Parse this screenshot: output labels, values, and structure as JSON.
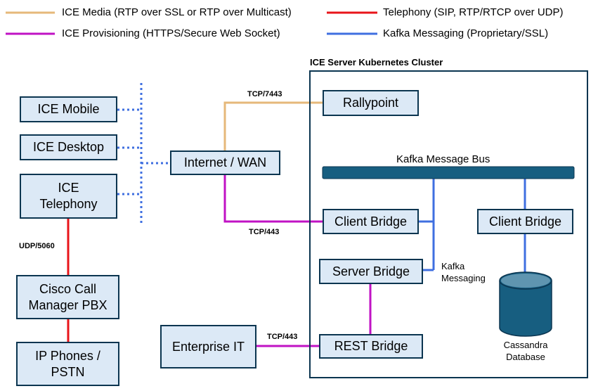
{
  "colors": {
    "media": "#e6b87a",
    "telephony": "#e8141a",
    "provisioning": "#c012c4",
    "kafka": "#3f6fe0",
    "box_fill": "#dce9f6",
    "box_border": "#0b3550",
    "bus": "#175e80",
    "database": "#175e80"
  },
  "legend": {
    "media": "ICE Media (RTP over SSL or RTP over Multicast)",
    "provisioning": "ICE Provisioning (HTTPS/Secure Web Socket)",
    "telephony": "Telephony (SIP, RTP/RTCP over UDP)",
    "kafka": "Kafka Messaging (Proprietary/SSL)"
  },
  "cluster_title": "ICE Server Kubernetes Cluster",
  "nodes": {
    "ice_mobile": "ICE Mobile",
    "ice_desktop": "ICE Desktop",
    "ice_telephony": "ICE\nTelephony",
    "cisco_pbx": "Cisco Call\nManager PBX",
    "ip_phones": "IP Phones /\nPSTN",
    "internet": "Internet / WAN",
    "enterprise_it": "Enterprise IT",
    "rallypoint": "Rallypoint",
    "client_bridge_1": "Client Bridge",
    "client_bridge_2": "Client Bridge",
    "server_bridge": "Server Bridge",
    "rest_bridge": "REST Bridge"
  },
  "kafka_bus_label": "Kafka Message Bus",
  "kafka_messaging_label": "Kafka\nMessaging",
  "database_label": "Cassandra\nDatabase",
  "port_labels": {
    "tcp_7443": "TCP/7443",
    "tcp_443_a": "TCP/443",
    "tcp_443_b": "TCP/443",
    "udp_5060": "UDP/5060"
  }
}
